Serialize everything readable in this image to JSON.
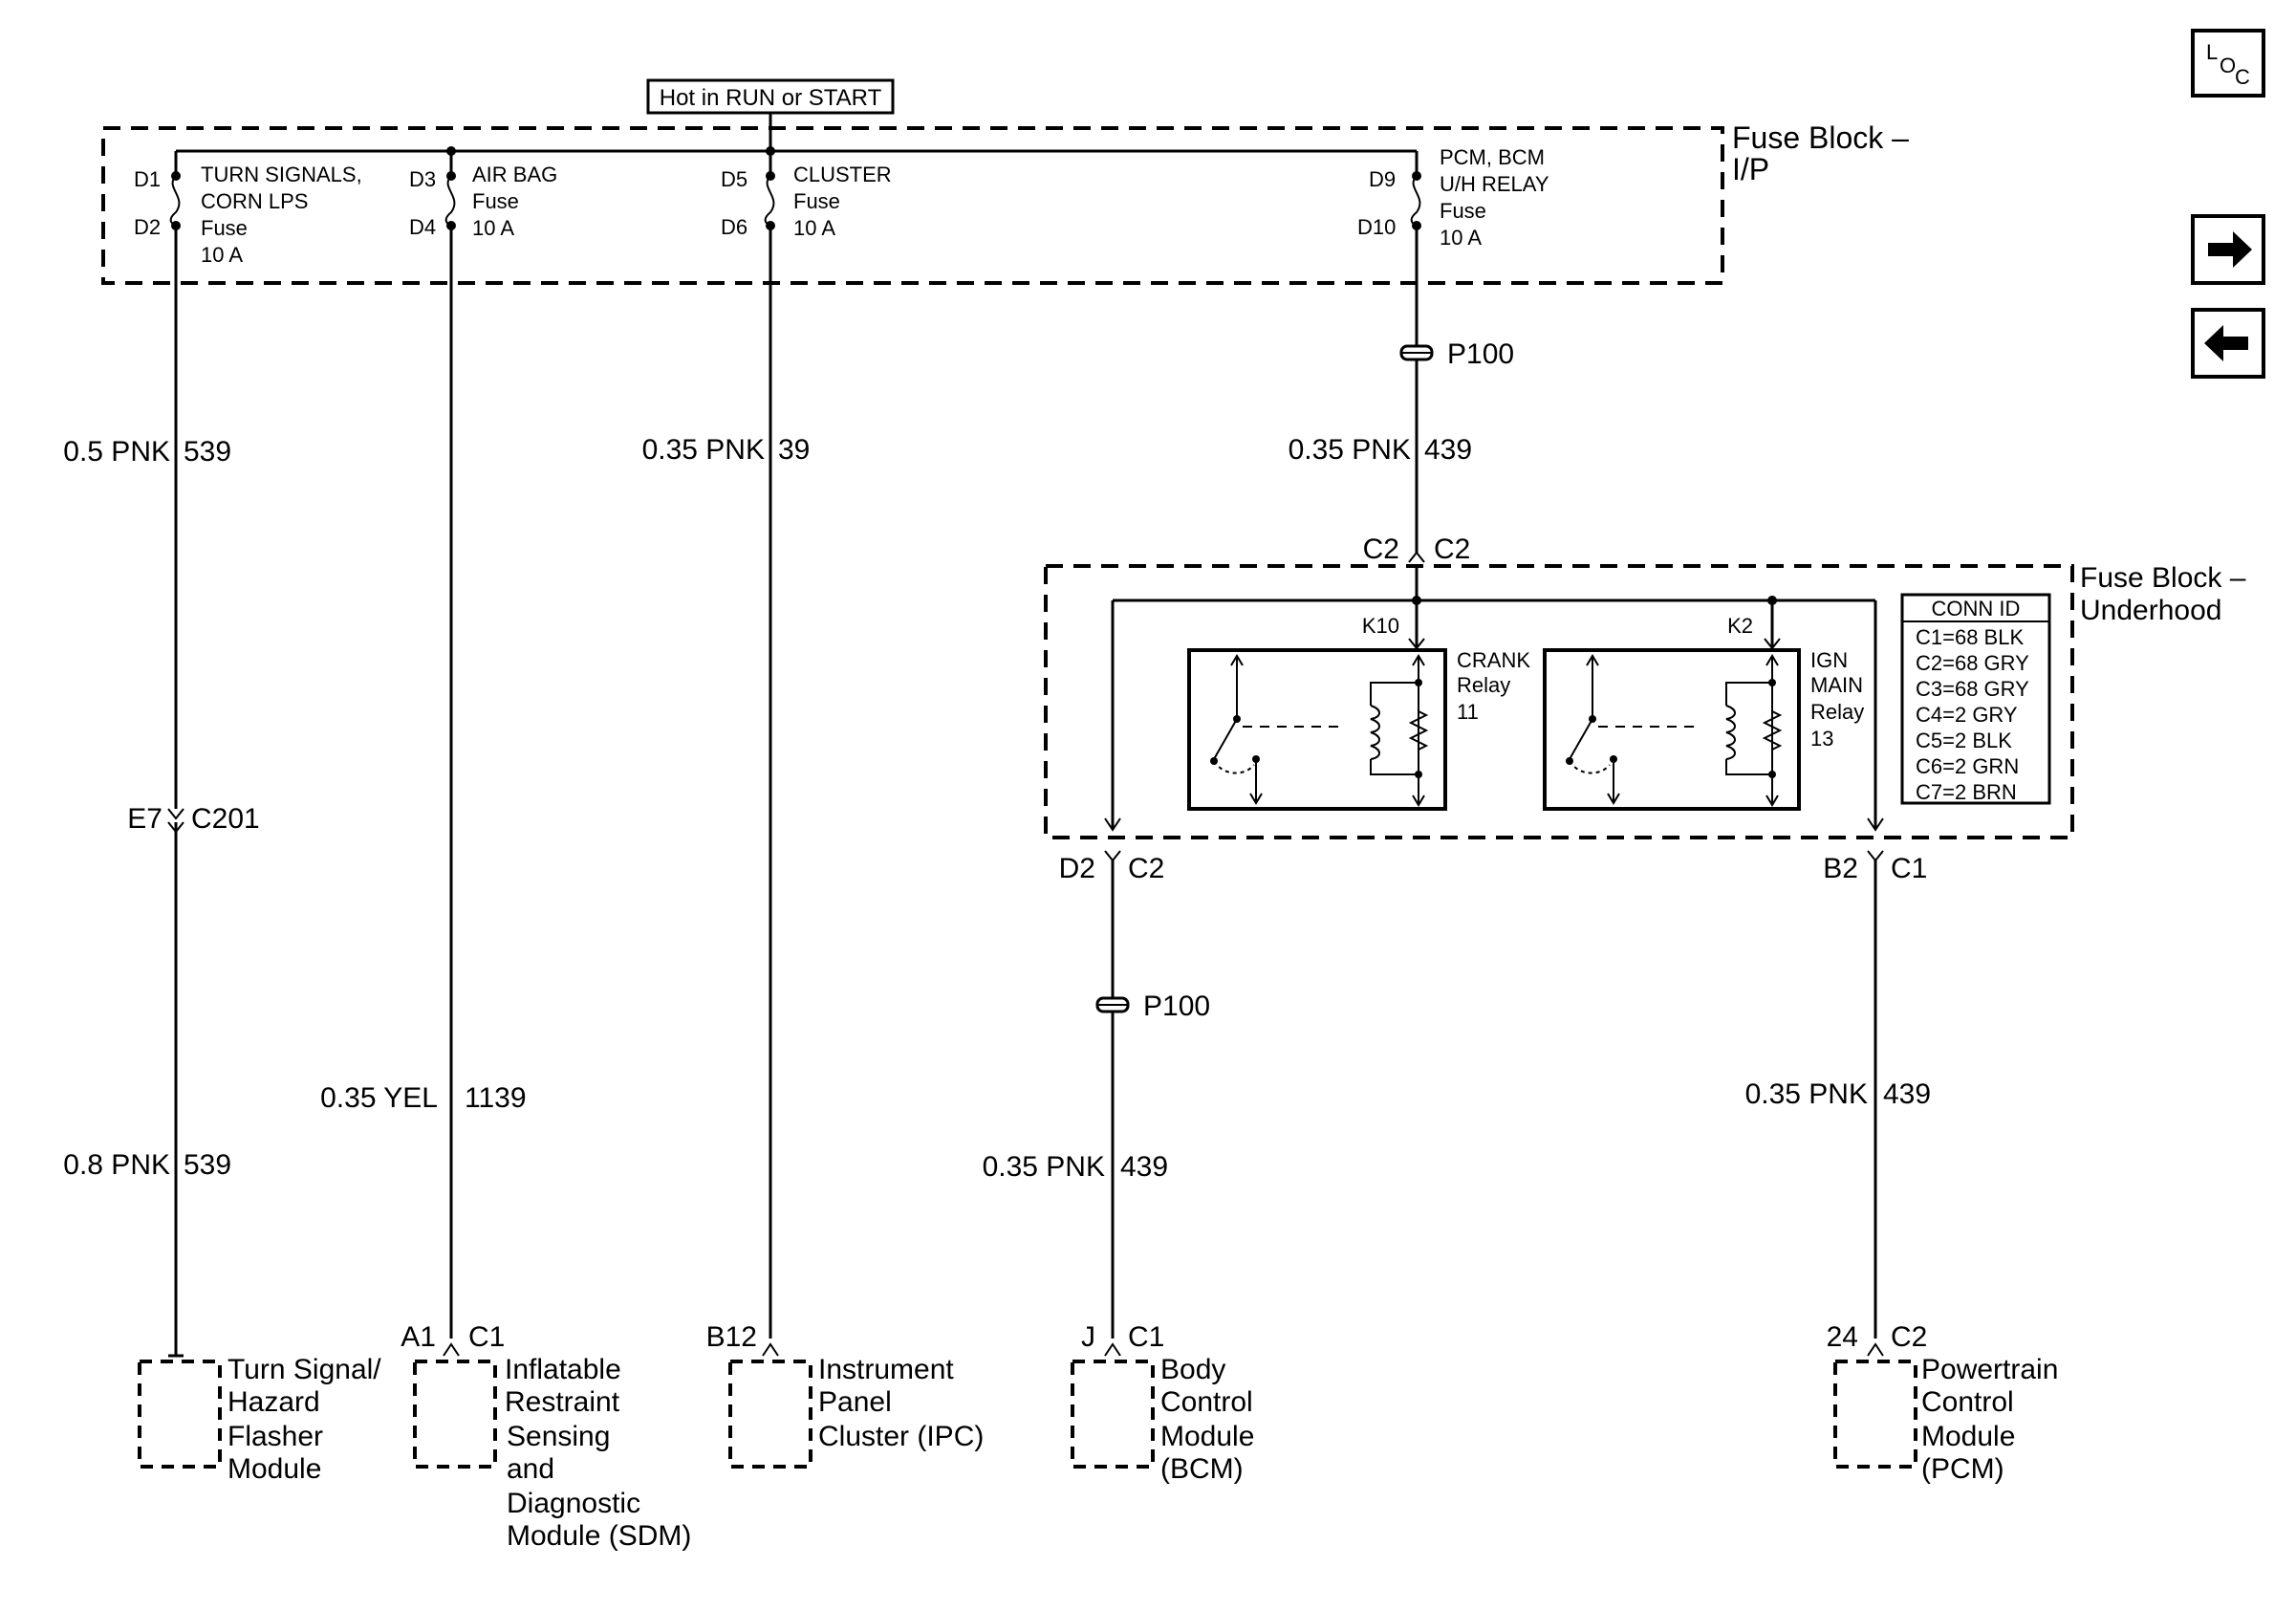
{
  "power_source": "Hot in RUN or START",
  "fuse_block_ip": {
    "title_line1": "Fuse Block –",
    "title_line2": "I/P"
  },
  "fuse_block_underhood": {
    "title_line1": "Fuse Block –",
    "title_line2": "Underhood"
  },
  "fuses": [
    {
      "top_pin": "D1",
      "bottom_pin": "D2",
      "name_line1": "TURN SIGNALS,",
      "name_line2": "CORN LPS",
      "type": "Fuse",
      "rating": "10 A"
    },
    {
      "top_pin": "D3",
      "bottom_pin": "D4",
      "name_line1": "AIR BAG",
      "name_line2": "",
      "type": "Fuse",
      "rating": "10 A"
    },
    {
      "top_pin": "D5",
      "bottom_pin": "D6",
      "name_line1": "CLUSTER",
      "name_line2": "",
      "type": "Fuse",
      "rating": "10 A"
    },
    {
      "top_pin": "D9",
      "bottom_pin": "D10",
      "name_line1": "PCM, BCM",
      "name_line2": "U/H RELAY",
      "type": "Fuse",
      "rating": "10 A"
    }
  ],
  "splices": {
    "upper": "P100",
    "lower": "P100"
  },
  "wires": {
    "w539_upper": {
      "gauge_color": "0.5 PNK",
      "circuit": "539"
    },
    "w539_lower": {
      "gauge_color": "0.8 PNK",
      "circuit": "539"
    },
    "w1139": {
      "gauge_color": "0.35 YEL",
      "circuit": "1139"
    },
    "w39": {
      "gauge_color": "0.35 PNK",
      "circuit": "39"
    },
    "w439_upper": {
      "gauge_color": "0.35 PNK",
      "circuit": "439"
    },
    "w439_bcm": {
      "gauge_color": "0.35 PNK",
      "circuit": "439"
    },
    "w439_pcm": {
      "gauge_color": "0.35 PNK",
      "circuit": "439"
    }
  },
  "connectors": {
    "inline_c201": {
      "pin": "E7",
      "connector": "C201"
    },
    "underhood_in": {
      "pin": "C2",
      "connector": "C2"
    },
    "underhood_out_left": {
      "pin": "D2",
      "connector": "C2"
    },
    "underhood_out_right": {
      "pin": "B2",
      "connector": "C1"
    },
    "flasher_none": "",
    "sdm": {
      "pin": "A1",
      "connector": "C1"
    },
    "ipc": {
      "pin": "B12",
      "connector": ""
    },
    "bcm": {
      "pin": "J",
      "connector": "C1"
    },
    "pcm": {
      "pin": "24",
      "connector": "C2"
    }
  },
  "relays": [
    {
      "pin": "K10",
      "line1": "CRANK",
      "line2": "Relay",
      "line3": "11"
    },
    {
      "pin": "K2",
      "line1": "IGN",
      "line2": "MAIN",
      "line3": "Relay",
      "line4": "13"
    }
  ],
  "conn_id": {
    "title": "CONN ID",
    "rows": [
      "C1=68 BLK",
      "C2=68 GRY",
      "C3=68 GRY",
      "C4=2 GRY",
      "C5=2 BLK",
      "C6=2 GRN",
      "C7=2 BRN"
    ]
  },
  "modules": {
    "flasher": [
      "Turn Signal/",
      "Hazard",
      "Flasher",
      "Module"
    ],
    "sdm": [
      "Inflatable",
      "Restraint",
      "Sensing",
      "and",
      "Diagnostic",
      "Module (SDM)"
    ],
    "ipc": [
      "Instrument",
      "Panel",
      "Cluster (IPC)"
    ],
    "bcm": [
      "Body",
      "Control",
      "Module",
      "(BCM)"
    ],
    "pcm": [
      "Powertrain",
      "Control",
      "Module",
      "(PCM)"
    ]
  },
  "nav": {
    "loc_icon": "location-icon",
    "loc_letters": [
      "L",
      "O",
      "C"
    ],
    "next_icon": "arrow-right-icon",
    "prev_icon": "arrow-left-icon"
  }
}
